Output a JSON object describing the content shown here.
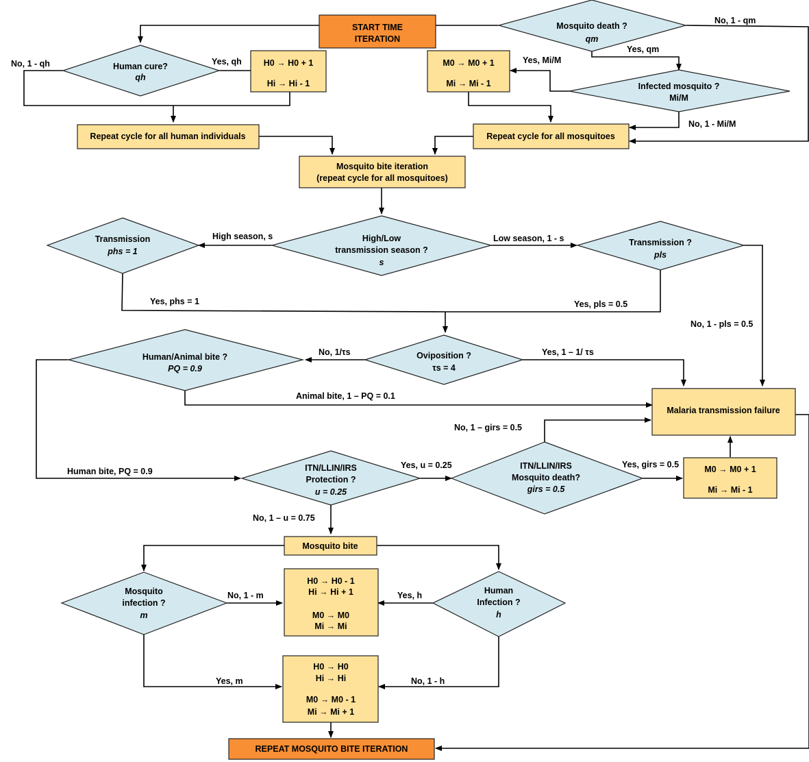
{
  "nodes": {
    "start": "START TIME ITERATION",
    "mosq_death": {
      "q": "Mosquito death ?",
      "p": "qm"
    },
    "human_cure": {
      "q": "Human cure?",
      "p": "qh"
    },
    "h_update_1": {
      "a": "H0 → H0 + 1",
      "b": "Hi → Hi - 1"
    },
    "m_update_1": {
      "a": "M0 → M0 + 1",
      "b": "Mi → Mi - 1"
    },
    "infected_mosq": {
      "q": "Infected mosquito ?",
      "p": "Mi/M"
    },
    "repeat_humans": "Repeat cycle for all human individuals",
    "repeat_mosq": "Repeat cycle for all mosquitoes",
    "bite_iteration": {
      "a": "Mosquito bite iteration",
      "b": "(repeat cycle for all mosquitoes)"
    },
    "season": {
      "a": "High/Low",
      "b": "transmission season ?",
      "p": "s"
    },
    "trans_high": {
      "q": "Transmission",
      "p": "phs = 1"
    },
    "trans_low": {
      "q": "Transmission ?",
      "p": "pls"
    },
    "oviposition": {
      "q": "Oviposition ?",
      "p": "τs = 4"
    },
    "human_animal": {
      "q": "Human/Animal bite ?",
      "p": "PQ = 0.9"
    },
    "failure": "Malaria transmission failure",
    "itn_protection": {
      "a": "ITN/LLIN/IRS",
      "b": "Protection ?",
      "p": "u = 0.25"
    },
    "itn_death": {
      "a": "ITN/LLIN/IRS",
      "b": "Mosquito death?",
      "p": "girs = 0.5"
    },
    "m_update_2": {
      "a": "M0 → M0 + 1",
      "b": "Mi → Mi - 1"
    },
    "mosquito_bite": "Mosquito bite",
    "mosq_infection": {
      "a": "Mosquito",
      "b": "infection ?",
      "p": "m"
    },
    "human_infection": {
      "a": "Human",
      "b": "Infection ?",
      "p": "h"
    },
    "outcome_1": {
      "a": "H0 → H0 - 1",
      "b": "Hi → Hi + 1",
      "c": "M0 → M0",
      "d": "Mi → Mi"
    },
    "outcome_2": {
      "a": "H0 → H0",
      "b": "Hi → Hi",
      "c": "M0 → M0 - 1",
      "d": "Mi → Mi + 1"
    },
    "repeat_bite": "REPEAT MOSQUITO BITE ITERATION"
  },
  "edges": {
    "no_1_qm": "No,  1 - qm",
    "yes_qm": "Yes,  qm",
    "yes_mi_m": "Yes, Mi/M",
    "no_1_mi_m": "No, 1 - Mi/M",
    "no_1_qh": "No,  1 - qh",
    "yes_qh": "Yes,  qh",
    "high_season": "High season, s",
    "low_season": "Low season, 1 - s",
    "yes_phs": "Yes,  phs  =  1",
    "yes_pls": "Yes,  pls = 0.5",
    "no_1_pls": "No,  1 - pls = 0.5",
    "no_1_tau": "No,  1/τs",
    "yes_1_tau": "Yes,  1 – 1/ τs",
    "animal_bite": "Animal bite, 1 – PQ = 0.1",
    "human_bite": "Human bite, PQ = 0.9",
    "no_1_girs": "No,  1 – girs = 0.5",
    "yes_u": "Yes,  u = 0.25",
    "yes_girs": "Yes, girs = 0.5",
    "no_1_u": "No,  1 – u = 0.75",
    "no_1_m": "No,  1 - m",
    "yes_h": "Yes,  h",
    "yes_m": "Yes,  m",
    "no_1_h": "No,  1 - h"
  }
}
